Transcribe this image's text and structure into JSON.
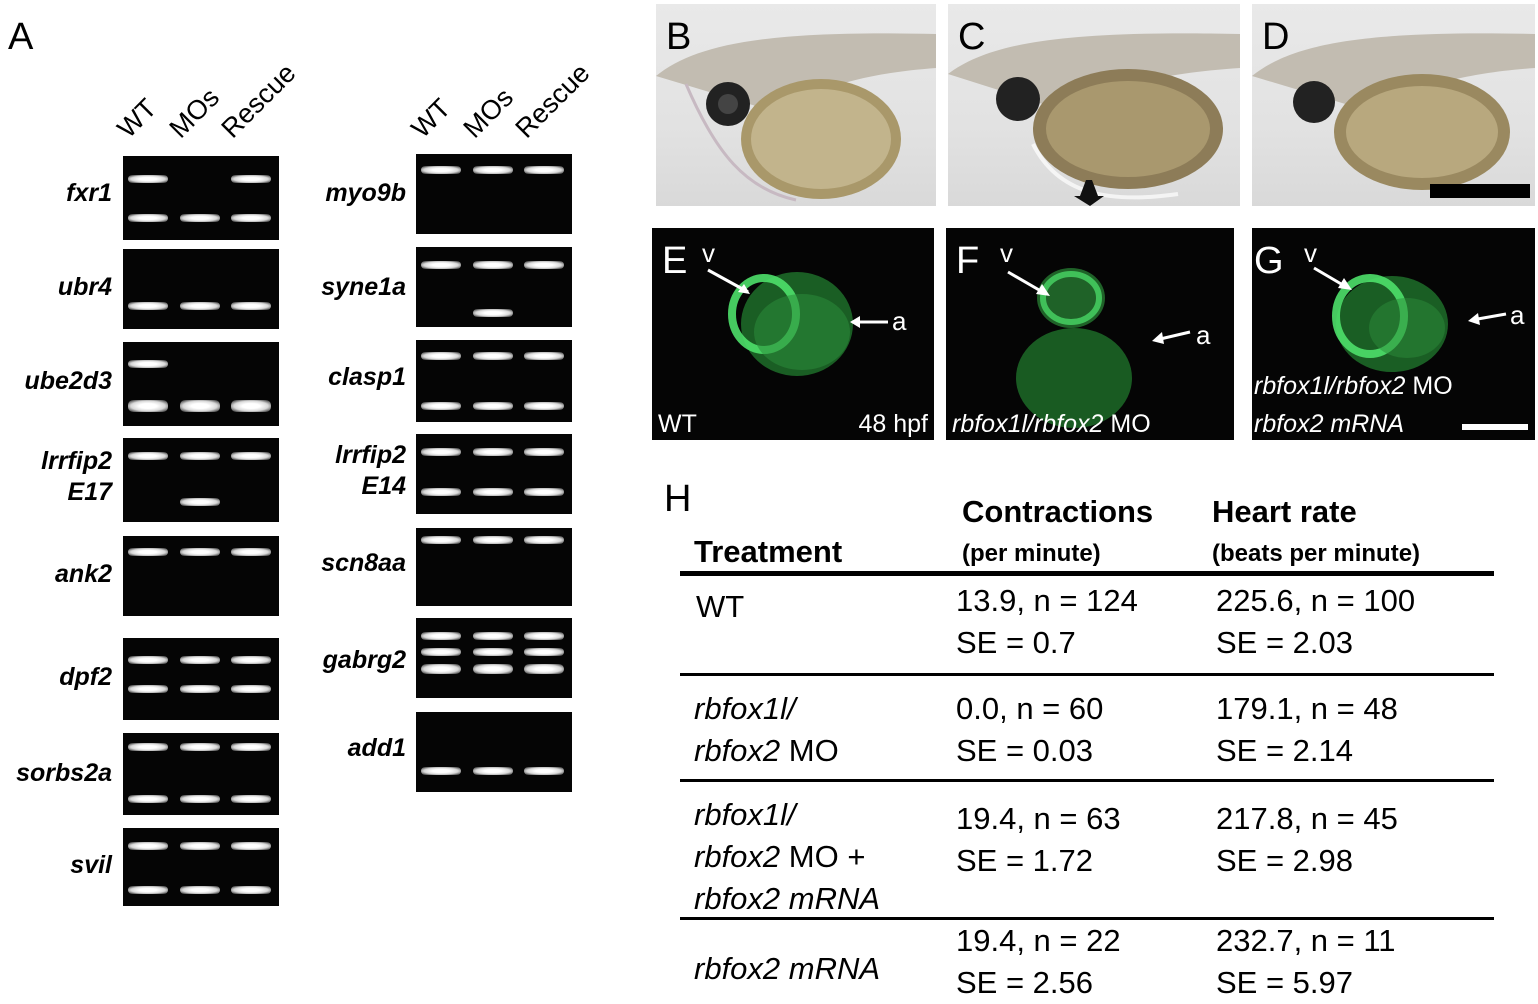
{
  "panels": {
    "a": "A",
    "b": "B",
    "c": "C",
    "d": "D",
    "e": "E",
    "f": "F",
    "g": "G",
    "h": "H"
  },
  "gels": {
    "lanes": [
      "WT",
      "MOs",
      "Rescue"
    ],
    "left_genes": [
      {
        "name": "fxr1"
      },
      {
        "name": "ubr4"
      },
      {
        "name": "ube2d3"
      },
      {
        "name": "lrrfip2",
        "sub": "E17"
      },
      {
        "name": "ank2"
      },
      {
        "name": "dpf2"
      },
      {
        "name": "sorbs2a"
      },
      {
        "name": "svil"
      }
    ],
    "right_genes": [
      {
        "name": "myo9b"
      },
      {
        "name": "syne1a"
      },
      {
        "name": "clasp1"
      },
      {
        "name": "lrrfip2",
        "sub": "E14"
      },
      {
        "name": "scn8aa"
      },
      {
        "name": "gabrg2"
      },
      {
        "name": "add1"
      }
    ]
  },
  "hearts": {
    "v": "v",
    "a": "a",
    "e_caption_left": "WT",
    "e_caption_right": "48 hpf",
    "f_caption": {
      "gene": "rbfox1l/rbfox2",
      "suffix": " MO"
    },
    "g_caption_line1": {
      "gene": "rbfox1l/rbfox2",
      "suffix": " MO"
    },
    "g_caption_line2": "rbfox2 mRNA"
  },
  "table": {
    "col_treatment": "Treatment",
    "col_contractions": "Contractions",
    "col_contractions_unit": "(per minute)",
    "col_heart_rate": "Heart rate",
    "col_heart_rate_unit": "(beats per minute)",
    "rows": [
      {
        "treatment_line1": "WT",
        "contr_line1": "13.9,  n = 124",
        "contr_line2": "SE = 0.7",
        "hr_line1": "225.6,  n = 100",
        "hr_line2": "SE = 2.03"
      },
      {
        "treatment_line1": "rbfox1l/",
        "treatment_line2_it": "rbfox2",
        "treatment_line2_rest": " MO",
        "contr_line1": "0.0,  n = 60",
        "contr_line2": "SE = 0.03",
        "hr_line1": "179.1,  n = 48",
        "hr_line2": "SE = 2.14"
      },
      {
        "treatment_line1": "rbfox1l/",
        "treatment_line2_it": "rbfox2",
        "treatment_line2_rest": " MO +",
        "treatment_line3": "rbfox2 mRNA",
        "contr_line1": "19.4,  n = 63",
        "contr_line2": "SE = 1.72",
        "hr_line1": "217.8,  n = 45",
        "hr_line2": "SE = 2.98"
      },
      {
        "treatment_line1": "rbfox2 mRNA",
        "contr_line1": "19.4,  n = 22",
        "contr_line2": "SE = 2.56",
        "hr_line1": "232.7,  n = 11",
        "hr_line2": "SE = 5.97"
      }
    ]
  }
}
